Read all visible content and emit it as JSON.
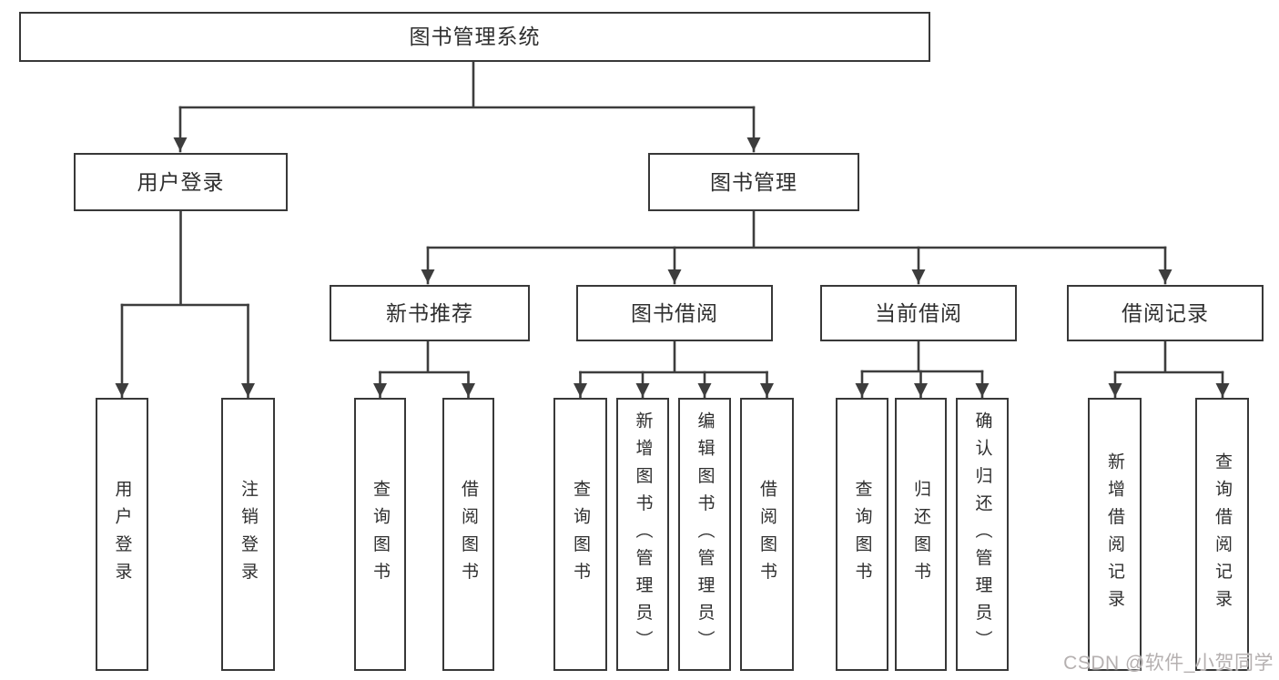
{
  "tree": {
    "root": "图书管理系统",
    "login": {
      "label": "用户登录",
      "children": [
        "用户登录",
        "注销登录"
      ]
    },
    "management": {
      "label": "图书管理",
      "sections": [
        {
          "label": "新书推荐",
          "children": [
            "查询图书",
            "借阅图书"
          ]
        },
        {
          "label": "图书借阅",
          "children": [
            "查询图书",
            "新增图书（管理员）",
            "编辑图书（管理员）",
            "借阅图书"
          ]
        },
        {
          "label": "当前借阅",
          "children": [
            "查询图书",
            "归还图书",
            "确认归还（管理员）"
          ]
        },
        {
          "label": "借阅记录",
          "children": [
            "新增借阅记录",
            "查询借阅记录"
          ]
        }
      ]
    }
  },
  "watermark": "CSDN @软件_小贺同学",
  "colors": {
    "line": "#3d3d3d",
    "border": "#383838",
    "text": "#2f2f2f",
    "watermark": "#b5b0b0",
    "background": "#ffffff"
  }
}
